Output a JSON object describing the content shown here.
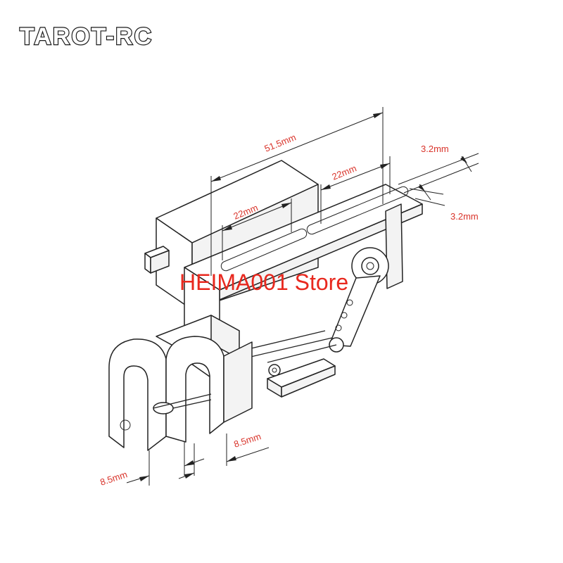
{
  "brand": {
    "logo_text": "TAROT-RC"
  },
  "dimensions": {
    "overall_length": "51.5mm",
    "slot_left": "22mm",
    "slot_right": "22mm",
    "slot_width_top": "3.2mm",
    "slot_width_bottom": "3.2mm",
    "hook_left": "8.5mm",
    "hook_right": "8.5mm"
  },
  "watermark": "HEIMA001 Store",
  "colors": {
    "dimension_text": "#d9342b",
    "watermark": "#e8281e",
    "line": "#222222"
  }
}
